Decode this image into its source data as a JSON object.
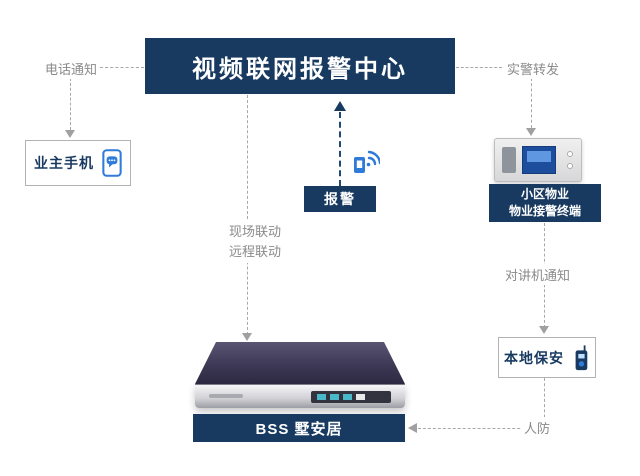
{
  "diagram": {
    "title": "视频联网报警中心",
    "nodes": {
      "phone_notify": "电话通知",
      "alarm_forward": "实警转发",
      "owner_phone": "业主手机",
      "alarm": "报警",
      "property_line1": "小区物业",
      "property_line2": "物业接警终端",
      "linkage_line1": "现场联动",
      "linkage_line2": "远程联动",
      "intercom_notify": "对讲机通知",
      "local_security": "本地保安",
      "bss": "BSS 墅安居",
      "civil_defense": "人防"
    },
    "icons": {
      "owner_phone_icon": "smartphone-chat-icon",
      "alarm_signal_icon": "wireless-signal-icon",
      "security_icon": "walkie-talkie-icon"
    },
    "devices": {
      "terminal": "property-alarm-receiving-terminal",
      "recorder": "bss-recorder-unit"
    },
    "colors": {
      "navy": "#183a61",
      "accent_blue": "#2f7bd9",
      "gray_text": "#8a8a8a",
      "line_gray": "#a8a8a8"
    }
  }
}
